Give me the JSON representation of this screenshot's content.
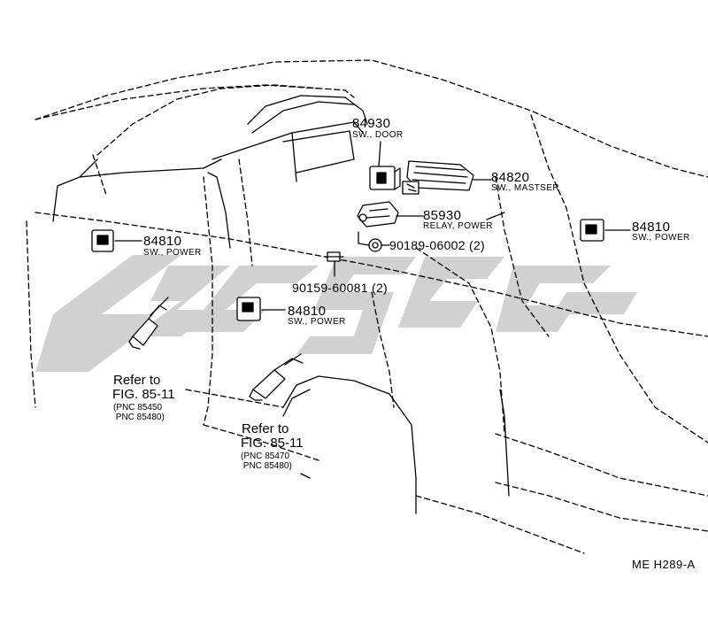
{
  "diagram_code": "ME H289-A",
  "watermark_color": "#c9c9c9",
  "parts": [
    {
      "number": "84930",
      "name": "SW., DOOR"
    },
    {
      "number": "84820",
      "name": "SW., MASTSER"
    },
    {
      "number": "85930",
      "name": "RELAY, POWER"
    },
    {
      "number": "90189-06002 (2)"
    },
    {
      "number": "84810",
      "name": "SW., POWER"
    },
    {
      "number": "84810",
      "name": "SW., POWER"
    },
    {
      "number": "90159-60081 (2)"
    },
    {
      "number": "84810",
      "name": "SW., POWER"
    }
  ],
  "refs": [
    {
      "line1": "Refer to",
      "line2": "FIG. 85-11",
      "pnc": [
        "PNC 85450",
        "PNC 85480"
      ]
    },
    {
      "line1": "Refer to",
      "line2": "FIG. 85-11",
      "pnc": [
        "PNC 85470",
        "PNC 85480"
      ]
    }
  ]
}
